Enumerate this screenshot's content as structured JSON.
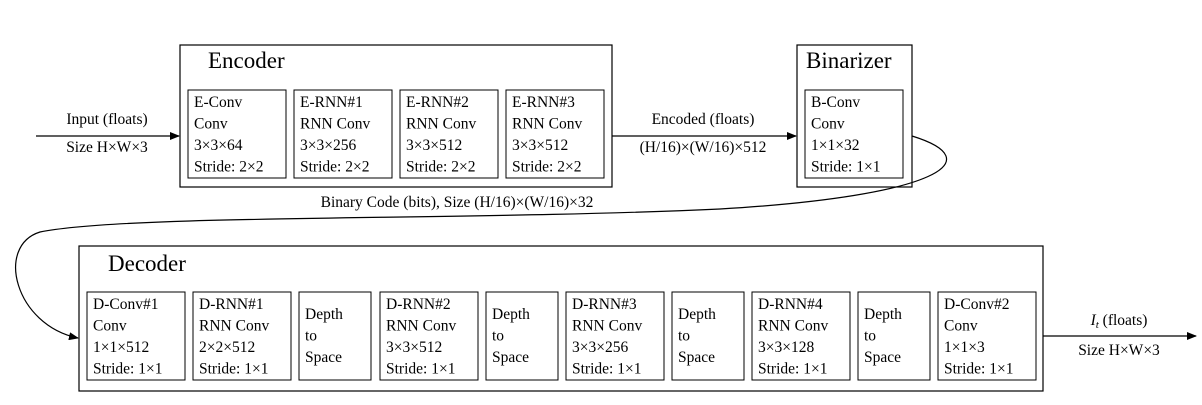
{
  "encoder": {
    "title": "Encoder",
    "blocks": [
      {
        "lines": [
          "E-Conv",
          "Conv",
          "3×3×64",
          "Stride: 2×2"
        ]
      },
      {
        "lines": [
          "E-RNN#1",
          "RNN Conv",
          "3×3×256",
          "Stride: 2×2"
        ]
      },
      {
        "lines": [
          "E-RNN#2",
          "RNN Conv",
          "3×3×512",
          "Stride: 2×2"
        ]
      },
      {
        "lines": [
          "E-RNN#3",
          "RNN Conv",
          "3×3×512",
          "Stride: 2×2"
        ]
      }
    ]
  },
  "binarizer": {
    "title": "Binarizer",
    "blocks": [
      {
        "lines": [
          "B-Conv",
          "Conv",
          "1×1×32",
          "Stride: 1×1"
        ]
      }
    ]
  },
  "decoder": {
    "title": "Decoder",
    "blocks": [
      {
        "lines": [
          "D-Conv#1",
          "Conv",
          "1×1×512",
          "Stride: 1×1"
        ]
      },
      {
        "lines": [
          "D-RNN#1",
          "RNN Conv",
          "2×2×512",
          "Stride: 1×1"
        ]
      },
      {
        "lines": [
          "Depth",
          "to",
          "Space"
        ]
      },
      {
        "lines": [
          "D-RNN#2",
          "RNN Conv",
          "3×3×512",
          "Stride: 1×1"
        ]
      },
      {
        "lines": [
          "Depth",
          "to",
          "Space"
        ]
      },
      {
        "lines": [
          "D-RNN#3",
          "RNN Conv",
          "3×3×256",
          "Stride: 1×1"
        ]
      },
      {
        "lines": [
          "Depth",
          "to",
          "Space"
        ]
      },
      {
        "lines": [
          "D-RNN#4",
          "RNN Conv",
          "3×3×128",
          "Stride: 1×1"
        ]
      },
      {
        "lines": [
          "Depth",
          "to",
          "Space"
        ]
      },
      {
        "lines": [
          "D-Conv#2",
          "Conv",
          "1×1×3",
          "Stride: 1×1"
        ]
      }
    ]
  },
  "labels": {
    "input_top": "Input (floats)",
    "input_bottom": "Size H×W×3",
    "encoded_top": "Encoded (floats)",
    "encoded_bottom": "(H/16)×(W/16)×512",
    "binary_code": "Binary Code (bits), Size (H/16)×(W/16)×32",
    "output_symbol": "I",
    "output_subscript": "t",
    "output_top_rest": " (floats)",
    "output_bottom": "Size H×W×3"
  }
}
